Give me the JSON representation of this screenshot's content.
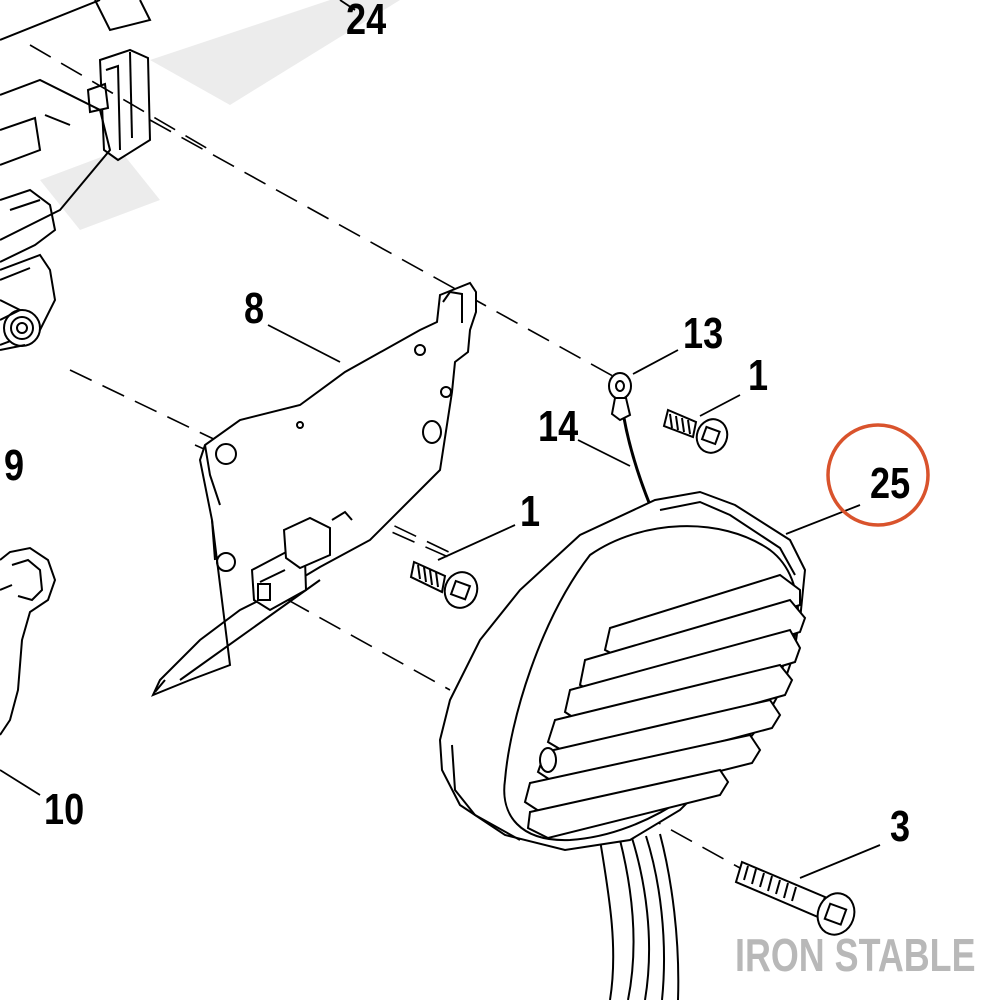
{
  "callouts": {
    "c24": "24",
    "c8": "8",
    "c13": "13",
    "c1_upper": "1",
    "c14": "14",
    "c25": "25",
    "c9": "9",
    "c1_lower": "1",
    "c10": "10",
    "c3": "3"
  },
  "watermark": "IRON STABLE",
  "colors": {
    "line": "#000000",
    "highlight_circle": "#d9532c",
    "watermark": "#b8b8b8",
    "background_watermark": "#e9e9e9"
  },
  "icons": {
    "highlight": "circle-highlight-icon"
  }
}
